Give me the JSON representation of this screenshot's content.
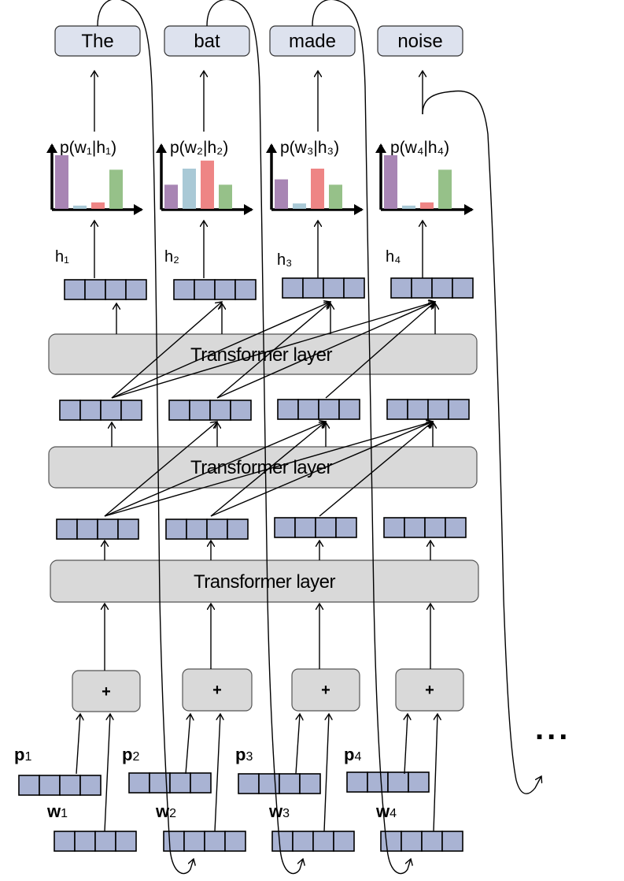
{
  "output_words": [
    "The",
    "bat",
    "made",
    "noise"
  ],
  "prob_labels": [
    "p(w₁|h₁)",
    "p(w₂|h₂)",
    "p(w₃|h₃)",
    "p(w₄|h₄)"
  ],
  "hidden_labels": [
    "h₁",
    "h₂",
    "h₃",
    "h₄"
  ],
  "layers": [
    "Transformer layer",
    "Transformer layer",
    "Transformer layer"
  ],
  "plus_symbol": "+",
  "position_labels": [
    {
      "letter": "p",
      "sub": "1"
    },
    {
      "letter": "p",
      "sub": "2"
    },
    {
      "letter": "p",
      "sub": "3"
    },
    {
      "letter": "p",
      "sub": "4"
    }
  ],
  "word_labels": [
    {
      "letter": "w",
      "sub": "1"
    },
    {
      "letter": "w",
      "sub": "2"
    },
    {
      "letter": "w",
      "sub": "3"
    },
    {
      "letter": "w",
      "sub": "4"
    }
  ],
  "ellipsis": "...",
  "bar_colors": [
    "#a885b4",
    "#a9c9d6",
    "#ee8585",
    "#96c189"
  ],
  "distributions": [
    [
      1.0,
      0.06,
      0.12,
      0.73
    ],
    [
      0.45,
      0.75,
      0.9,
      0.45
    ],
    [
      0.55,
      0.1,
      0.75,
      0.45
    ],
    [
      1.0,
      0.06,
      0.12,
      0.73
    ]
  ]
}
